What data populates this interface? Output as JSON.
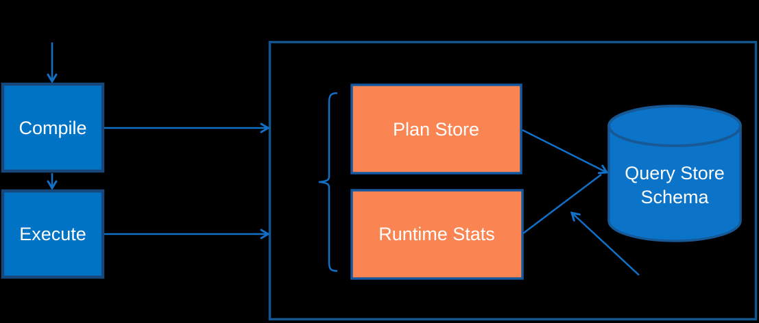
{
  "diagram": {
    "nodes": {
      "compile": {
        "label": "Compile"
      },
      "execute": {
        "label": "Execute"
      },
      "plan_store": {
        "label": "Plan Store"
      },
      "runtime_stats": {
        "label": "Runtime Stats"
      },
      "query_store_schema": {
        "line1": "Query Store",
        "line2": "Schema"
      }
    },
    "edges": [
      {
        "from": "input",
        "to": "compile",
        "type": "arrow"
      },
      {
        "from": "compile",
        "to": "execute",
        "type": "arrow"
      },
      {
        "from": "compile",
        "to": "boundary",
        "type": "arrow"
      },
      {
        "from": "execute",
        "to": "boundary",
        "type": "arrow"
      },
      {
        "from": "plan_store",
        "to": "query_store_schema",
        "type": "arrow"
      },
      {
        "from": "runtime_stats",
        "to": "query_store_schema",
        "type": "line"
      },
      {
        "from": "external_lower_right",
        "to": "query_store_schema",
        "type": "arrow"
      }
    ],
    "colors": {
      "background": "#000000",
      "process_box_fill": "#0073C4",
      "process_box_border": "#17477B",
      "store_box_fill": "#FB8552",
      "store_box_border": "#1459A0",
      "boundary_border": "#13568F",
      "arrow": "#1170C8",
      "cylinder_fill": "#0B73C8",
      "cylinder_border": "#175896",
      "label_text": "#FFFFFF"
    }
  }
}
